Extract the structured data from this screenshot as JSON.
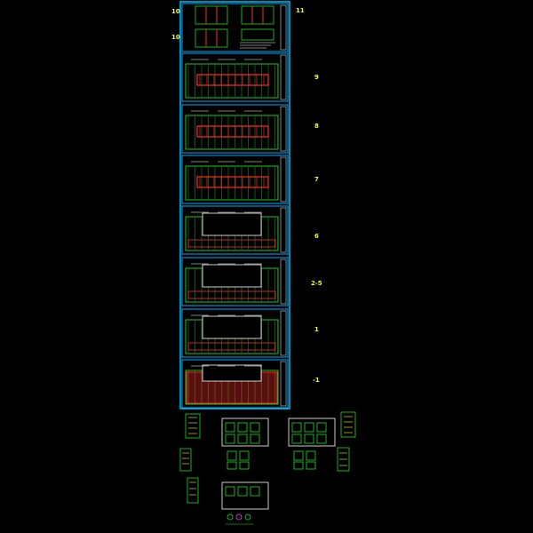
{
  "colors": {
    "background": "#000000",
    "frame": "#00c8ff",
    "sheet": "#00aaff",
    "plan_green": "#22dd22",
    "plan_red": "#ff2a2a",
    "text_white": "#ffffff",
    "label_yellow": "#e8ff3a",
    "note_magenta": "#ff33ff"
  },
  "sheet_labels": {
    "top_left_a": "10",
    "top_left_b": "10",
    "top_right": "11",
    "floor_9": "9",
    "floor_8": "8",
    "floor_7": "7",
    "floor_6": "6",
    "floor_2_5": "2-5",
    "floor_1": "1",
    "floor_minus_1": "-1"
  }
}
